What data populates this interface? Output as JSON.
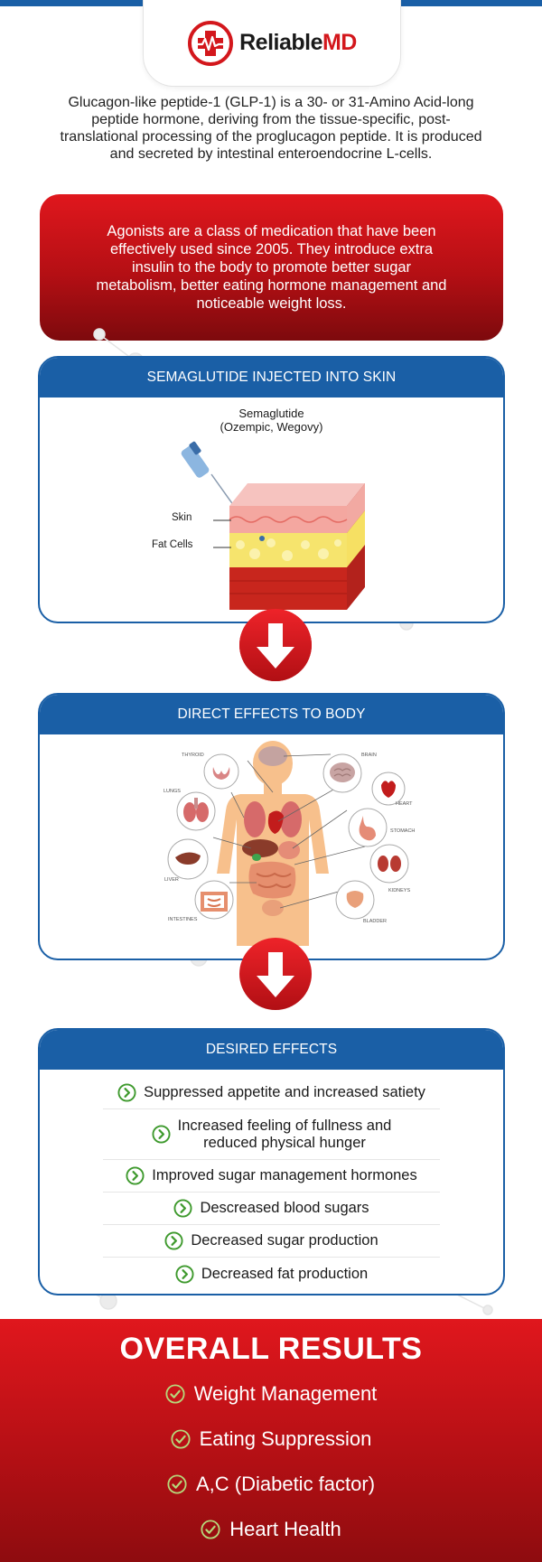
{
  "brand": {
    "name_part1": "Reliable",
    "name_part2": "MD",
    "accent_red": "#d3171c",
    "accent_blue": "#1a5fa6"
  },
  "intro": "Glucagon-like peptide-1 (GLP-1) is a 30- or 31-Amino Acid-long peptide hormone, deriving from the tissue-specific, post-translational processing of the proglucagon peptide. It is produced and secreted by intestinal enteroendocrine L-cells.",
  "agonists": "Agonists are a class of medication that have been effectively used since 2005. They introduce extra insulin to the body to promote better sugar metabolism, better eating hormone management and noticeable weight loss.",
  "panel1": {
    "title": "SEMAGLUTIDE INJECTED INTO SKIN",
    "drug_name": "Semaglutide",
    "drug_brands": "(Ozempic, Wegovy)",
    "skin_label": "Skin",
    "fat_label": "Fat Cells"
  },
  "panel2": {
    "title": "DIRECT EFFECTS TO BODY",
    "organs": {
      "thyroid": "THYROID",
      "brain": "BRAIN",
      "lungs": "LUNGS",
      "heart": "HEART",
      "stomach": "STOMACH",
      "liver": "LIVER",
      "kidneys": "KIDNEYS",
      "intestines": "INTESTINES",
      "bladder": "BLADDER"
    }
  },
  "panel3": {
    "title": "DESIRED EFFECTS",
    "effects": [
      {
        "line1": "Suppressed appetite and increased satiety",
        "line2": ""
      },
      {
        "line1": "Increased feeling of fullness and",
        "line2": "reduced physical hunger"
      },
      {
        "line1": "Improved sugar management hormones",
        "line2": ""
      },
      {
        "line1": "Descreased blood sugars",
        "line2": ""
      },
      {
        "line1": "Decreased sugar production",
        "line2": ""
      },
      {
        "line1": "Decreased fat production",
        "line2": ""
      }
    ]
  },
  "results": {
    "title": "OVERALL RESULTS",
    "items": [
      "Weight Management",
      "Eating Suppression",
      "A,C (Diabetic factor)",
      "Heart Health"
    ]
  }
}
